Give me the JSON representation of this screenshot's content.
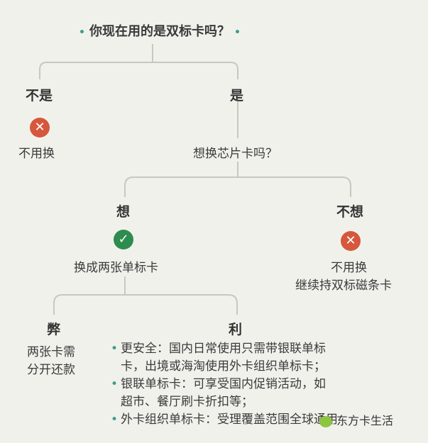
{
  "title": {
    "text": "你现在用的是双标卡吗？",
    "bullet": "•"
  },
  "branches": {
    "no_label": "不是",
    "no_result": "不用换",
    "yes_label": "是",
    "yes_question": "想换芯片卡吗？",
    "want_label": "想",
    "want_result": "换成两张单标卡",
    "not_want_label": "不想",
    "not_want_result_1": "不用换",
    "not_want_result_2": "继续持双标磁条卡"
  },
  "cons": {
    "label": "弊",
    "line1": "两张卡需",
    "line2": "分开还款"
  },
  "pros": {
    "label": "利",
    "bullet": "•",
    "item1_line1": "更安全：国内日常使用只需带银联单标",
    "item1_line2": "卡，出境或海淘使用外卡组织单标卡；",
    "item2_line1": "银联单标卡：可享受国内促销活动，如",
    "item2_line2": "超市、餐厅刷卡折扣等；",
    "item3_line1": "外卡组织单标卡：受理覆盖范围全球通用"
  },
  "icons": {
    "cross": "cross-icon",
    "check": "check-icon",
    "cross_glyph": "✕",
    "check_glyph": "✓"
  },
  "watermark": {
    "text": "东方卡生活"
  },
  "colors": {
    "background": "#f1f1ec",
    "line": "#c8c8c0",
    "cross": "#d6573b",
    "check": "#2d8c4e",
    "bullet": "#3d9b8f"
  }
}
